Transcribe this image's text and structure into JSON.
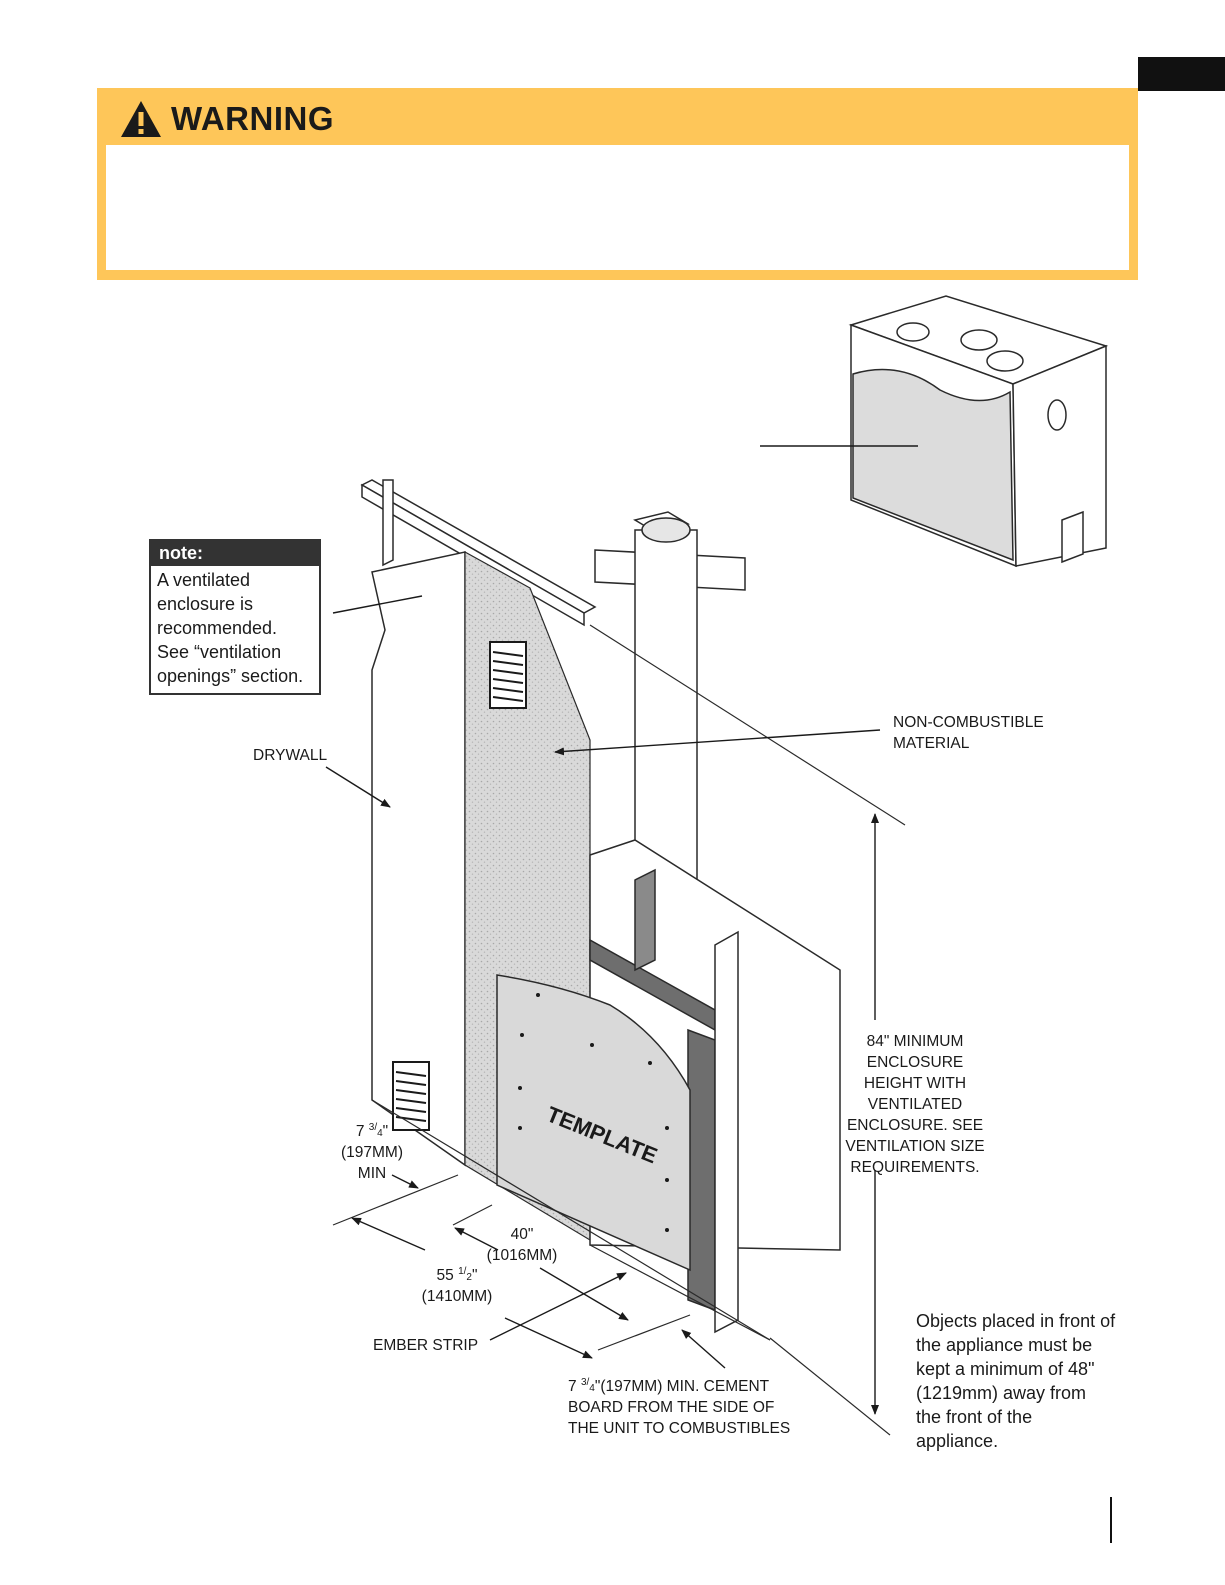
{
  "warning": {
    "title": "WARNING",
    "accent_color": "#fec659",
    "icon": "warning-triangle-icon"
  },
  "note": {
    "heading": "note:",
    "lines": [
      "A ventilated",
      "enclosure is",
      "recommended.",
      "See “ventilation",
      "openings” section."
    ]
  },
  "labels": {
    "drywall": "DRYWALL",
    "non_combustible": [
      "NON-COMBUSTIBLE",
      "MATERIAL"
    ],
    "template": "TEMPLATE",
    "enclosure_height": [
      "84\" MINIMUM",
      "ENCLOSURE",
      "HEIGHT WITH",
      "VENTILATED",
      "ENCLOSURE. SEE",
      "VENTILATION SIZE",
      "REQUIREMENTS."
    ],
    "side_min": {
      "whole": "7",
      "num": "3",
      "den": "4",
      "unit": "\"",
      "metric": "(197MM)",
      "suffix": "MIN"
    },
    "width_40": [
      "40\"",
      "(1016MM)"
    ],
    "width_55": {
      "whole": "55",
      "num": "1",
      "den": "2",
      "unit": "\"",
      "metric": "(1410MM)"
    },
    "ember_strip": "EMBER STRIP",
    "cement_board": {
      "whole": "7",
      "num": "3",
      "den": "4",
      "rest": "\"(197MM) MIN. CEMENT",
      "line2": "BOARD FROM THE SIDE OF",
      "line3": "THE UNIT TO COMBUSTIBLES"
    }
  },
  "objects_note": "Objects placed in front of the appliance must be kept a minimum of 48\" (1219mm) away from the front of the appliance."
}
